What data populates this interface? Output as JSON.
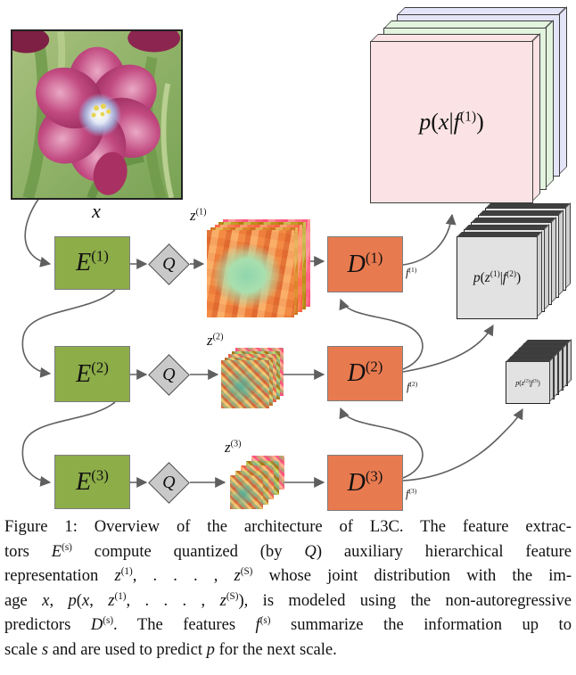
{
  "figure": {
    "input_label": {
      "base": "x",
      "sup": ""
    },
    "encoders": [
      {
        "base": "E",
        "sup": "(1)"
      },
      {
        "base": "E",
        "sup": "(2)"
      },
      {
        "base": "E",
        "sup": "(3)"
      }
    ],
    "quantizers": [
      {
        "base": "Q",
        "sup": ""
      },
      {
        "base": "Q",
        "sup": ""
      },
      {
        "base": "Q",
        "sup": ""
      }
    ],
    "latents": [
      {
        "base": "z",
        "sup": "(1)"
      },
      {
        "base": "z",
        "sup": "(2)"
      },
      {
        "base": "z",
        "sup": "(3)"
      }
    ],
    "decoders": [
      {
        "base": "D",
        "sup": "(1)"
      },
      {
        "base": "D",
        "sup": "(2)"
      },
      {
        "base": "D",
        "sup": "(3)"
      }
    ],
    "features": [
      {
        "base": "f",
        "sup": "(1)"
      },
      {
        "base": "f",
        "sup": "(2)"
      },
      {
        "base": "f",
        "sup": "(3)"
      }
    ],
    "outputs": [
      {
        "segs": [
          {
            "t": "p",
            "i": 1
          },
          {
            "t": "("
          },
          {
            "t": "x",
            "i": 1
          },
          {
            "t": "|"
          },
          {
            "t": "f",
            "i": 1
          },
          {
            "t": "(1)",
            "s": 1
          },
          {
            "t": ")"
          }
        ]
      },
      {
        "segs": [
          {
            "t": "p",
            "i": 1
          },
          {
            "t": "("
          },
          {
            "t": "z",
            "i": 1
          },
          {
            "t": "(1)",
            "s": 1
          },
          {
            "t": "|"
          },
          {
            "t": "f",
            "i": 1
          },
          {
            "t": "(2)",
            "s": 1
          },
          {
            "t": ")"
          }
        ]
      },
      {
        "segs": [
          {
            "t": "p",
            "i": 1
          },
          {
            "t": "("
          },
          {
            "t": "z",
            "i": 1
          },
          {
            "t": "(2)",
            "s": 1
          },
          {
            "t": "|"
          },
          {
            "t": "f",
            "i": 1
          },
          {
            "t": "(3)",
            "s": 1
          },
          {
            "t": ")"
          }
        ]
      }
    ],
    "colors": {
      "encoder": "#8dad49",
      "decoder": "#e87a50",
      "quantizer": "#c9c9c9",
      "slab_pink": "#fbe3e5",
      "slab_green": "#e2f3de",
      "slab_blue": "#e4e4f8",
      "slab_gray": "#e2e2e2",
      "arrow": "#5f5f5f"
    }
  },
  "caption": {
    "lines": [
      [
        {
          "t": "Figure 1: Overview of the architecture of L3C. The feature extrac-"
        }
      ],
      [
        {
          "t": "tors "
        },
        {
          "t": "E",
          "i": 1
        },
        {
          "t": "(s)",
          "s": 1
        },
        {
          "t": " compute quantized (by "
        },
        {
          "t": "Q",
          "i": 1
        },
        {
          "t": ") auxiliary hierarchical feature"
        }
      ],
      [
        {
          "t": "representation "
        },
        {
          "t": "z",
          "i": 1
        },
        {
          "t": "(1)",
          "s": 1
        },
        {
          "t": ", . . . , "
        },
        {
          "t": "z",
          "i": 1
        },
        {
          "t": "(S)",
          "s": 1
        },
        {
          "t": " whose joint distribution with the im-"
        }
      ],
      [
        {
          "t": "age "
        },
        {
          "t": "x",
          "i": 1
        },
        {
          "t": ", "
        },
        {
          "t": "p",
          "i": 1
        },
        {
          "t": "("
        },
        {
          "t": "x",
          "i": 1
        },
        {
          "t": ", "
        },
        {
          "t": "z",
          "i": 1
        },
        {
          "t": "(1)",
          "s": 1
        },
        {
          "t": ", . . . , "
        },
        {
          "t": "z",
          "i": 1
        },
        {
          "t": "(S)",
          "s": 1
        },
        {
          "t": "), is modeled using the non-autoregressive"
        }
      ],
      [
        {
          "t": "predictors "
        },
        {
          "t": "D",
          "i": 1
        },
        {
          "t": "(s)",
          "s": 1
        },
        {
          "t": ". The features "
        },
        {
          "t": "f",
          "i": 1
        },
        {
          "t": "(s)",
          "s": 1
        },
        {
          "t": " summarize the information up to"
        }
      ],
      [
        {
          "t": "scale "
        },
        {
          "t": "s",
          "i": 1
        },
        {
          "t": " and are used to predict "
        },
        {
          "t": "p",
          "i": 1
        },
        {
          "t": " for the next scale."
        }
      ]
    ]
  }
}
